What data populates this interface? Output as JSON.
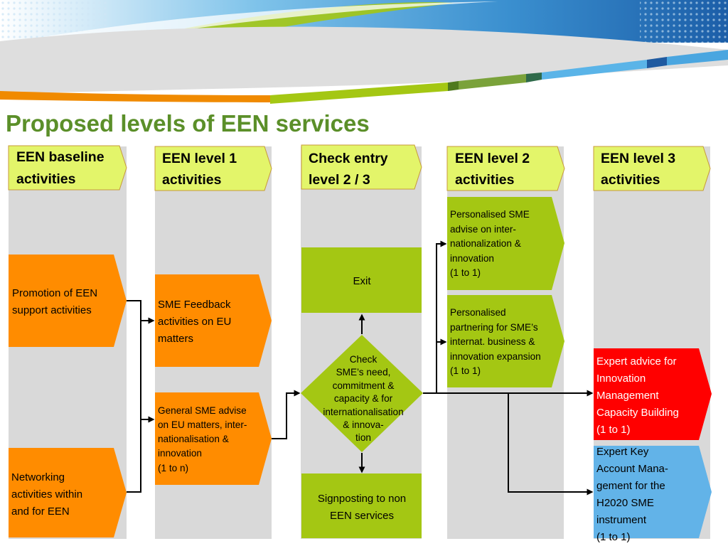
{
  "title": "Proposed levels of EEN services",
  "colors": {
    "title": "#5b8f29",
    "column_bg": "#d9d9d9",
    "header_fill": "#e3f56a",
    "orange": "#ff8c00",
    "green": "#a4c713",
    "red": "#ff0000",
    "blue": "#62b3e8"
  },
  "columns": [
    {
      "header": [
        "EEN baseline",
        "activities"
      ]
    },
    {
      "header": [
        "EEN level 1",
        "activities"
      ]
    },
    {
      "header": [
        "Check entry",
        "level 2 / 3"
      ]
    },
    {
      "header": [
        "EEN level 2",
        "activities"
      ]
    },
    {
      "header": [
        "EEN level 3",
        "activities"
      ]
    }
  ],
  "boxes": {
    "promotion": [
      "Promotion of EEN",
      "support activities"
    ],
    "networking": [
      "Networking",
      "activities within",
      "and for EEN"
    ],
    "feedback": [
      "SME Feedback",
      "activities on EU",
      "matters"
    ],
    "general_advise": [
      "General SME advise",
      "on EU matters, inter-",
      "nationalisation &",
      "innovation",
      "(1 to n)"
    ],
    "exit": [
      "Exit"
    ],
    "check": [
      "Check",
      "SME’s need,",
      "commitment &",
      "capacity & for",
      "internationalisation",
      "& innova-",
      "tion"
    ],
    "signposting": [
      "Signposting to non",
      "EEN services"
    ],
    "personalised_advise": [
      "Personalised SME",
      "advise on  inter-",
      "nationalization &",
      "innovation",
      "(1 to 1)"
    ],
    "personalised_partnering": [
      "Personalised",
      "partnering for SME’s",
      "internat. business &",
      "innovation expansion",
      "(1 to 1)"
    ],
    "expert_advice": [
      "Expert advice for",
      "Innovation",
      "Management",
      "Capacity Building",
      "(1 to 1)"
    ],
    "expert_key_account": [
      "Expert Key",
      "Account Mana-",
      "gement for the",
      "H2020 SME",
      "instrument",
      "(1 to 1)"
    ]
  }
}
